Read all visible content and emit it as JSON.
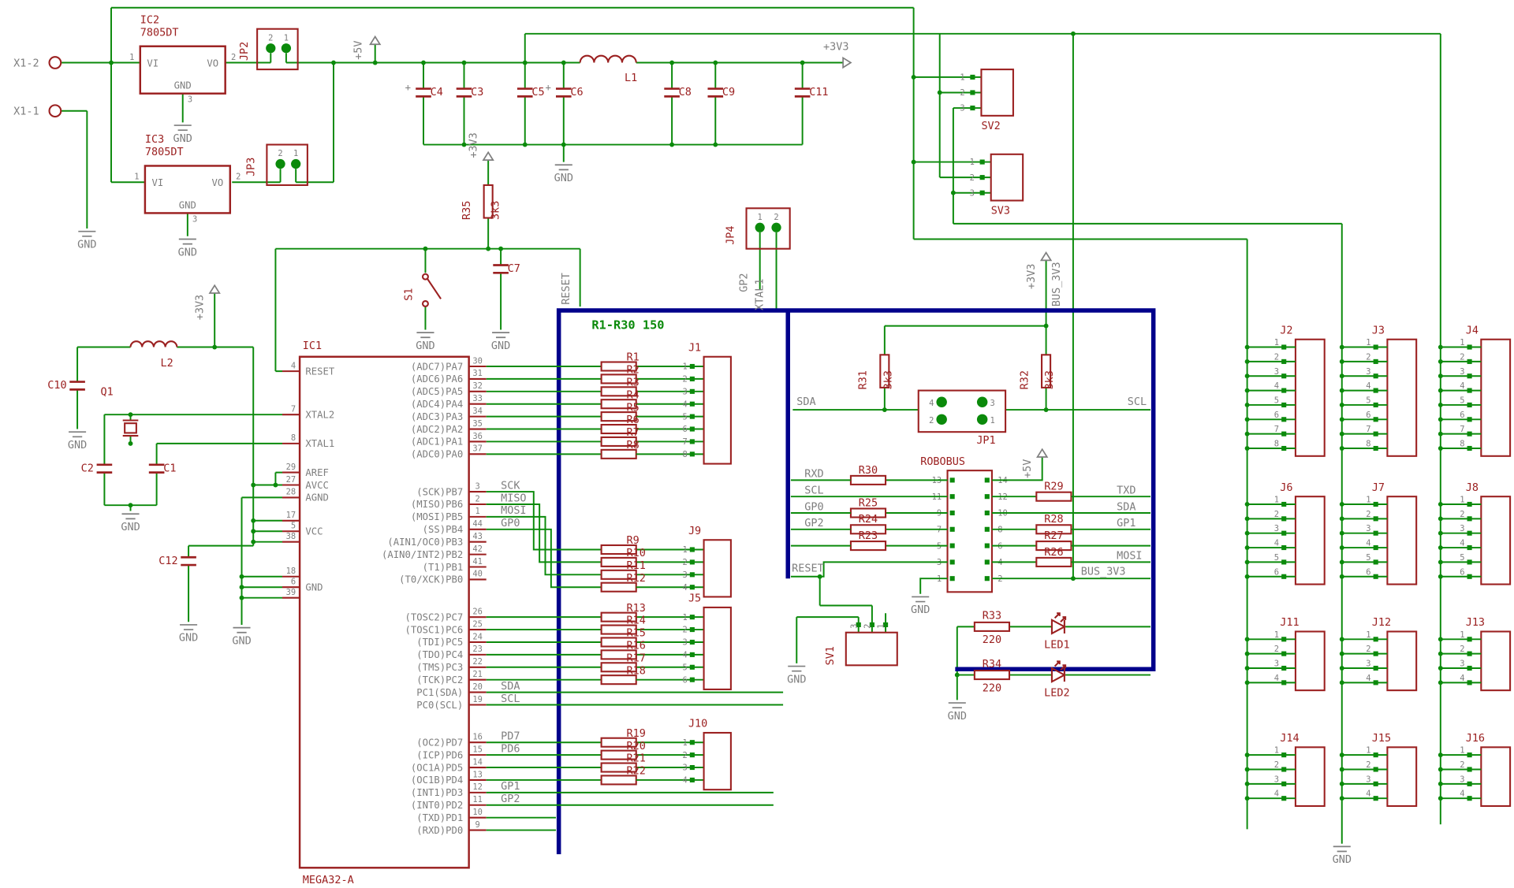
{
  "colors": {
    "wire": "#0b8a0b",
    "symbol": "#9b2020",
    "pin_text": "#7e7e7e",
    "bus": "#00008b",
    "background": "#ffffff"
  },
  "note": "R1-R30 150",
  "power": {
    "gnd": "GND",
    "v5": "+5V",
    "v33": "+3V3",
    "bus33": "BUS_3V3"
  },
  "input_terminals": {
    "x12": "X1-2",
    "x11": "X1-1"
  },
  "regulators": [
    {
      "name": "IC2",
      "value": "7805DT",
      "pin_vi": "VI",
      "pin_vo": "VO",
      "pin_gnd": "GND",
      "num_vi": "1",
      "num_vo": "2",
      "num_gnd": "3"
    },
    {
      "name": "IC3",
      "value": "7805DT",
      "pin_vi": "VI",
      "pin_vo": "VO",
      "pin_gnd": "GND",
      "num_vi": "1",
      "num_vo": "2",
      "num_gnd": "3"
    }
  ],
  "capacitors": {
    "c1": "C1",
    "c2": "C2",
    "c3": "C3",
    "c4": "C4",
    "c5": "C5",
    "c6": "C6",
    "c7": "C7",
    "c8": "C8",
    "c9": "C9",
    "c10": "C10",
    "c11": "C11",
    "c12": "C12"
  },
  "inductors": {
    "l1": "L1",
    "l2": "L2"
  },
  "crystal": "Q1",
  "switch": "S1",
  "resistors": {
    "r35": {
      "name": "R35",
      "value": "3k3"
    },
    "r31": {
      "name": "R31",
      "value": "3k3"
    },
    "r32": {
      "name": "R32",
      "value": "3k3"
    },
    "r33": {
      "name": "R33",
      "value": "220"
    },
    "r34": {
      "name": "R34",
      "value": "220"
    }
  },
  "leds": [
    "LED1",
    "LED2"
  ],
  "nets": {
    "sda": "SDA",
    "scl": "SCL",
    "reset": "RESET"
  },
  "ic1": {
    "name": "IC1",
    "value": "MEGA32-A",
    "left_pins": [
      {
        "num": "4",
        "label": "RESET"
      },
      {
        "num": "7",
        "label": "XTAL2"
      },
      {
        "num": "8",
        "label": "XTAL1"
      },
      {
        "num": "29",
        "label": "AREF"
      },
      {
        "num": "27",
        "label": "AVCC"
      },
      {
        "num": "28",
        "label": "AGND"
      },
      {
        "num": "17",
        "label": ""
      },
      {
        "num": "5",
        "label": "VCC"
      },
      {
        "num": "38",
        "label": ""
      },
      {
        "num": "18",
        "label": ""
      },
      {
        "num": "6",
        "label": "GND"
      },
      {
        "num": "39",
        "label": ""
      }
    ],
    "right_pins": [
      {
        "num": "30",
        "label": "(ADC7)PA7"
      },
      {
        "num": "31",
        "label": "(ADC6)PA6"
      },
      {
        "num": "32",
        "label": "(ADC5)PA5"
      },
      {
        "num": "33",
        "label": "(ADC4)PA4"
      },
      {
        "num": "34",
        "label": "(ADC3)PA3"
      },
      {
        "num": "35",
        "label": "(ADC2)PA2"
      },
      {
        "num": "36",
        "label": "(ADC1)PA1"
      },
      {
        "num": "37",
        "label": "(ADC0)PA0"
      },
      {
        "num": "3",
        "label": "(SCK)PB7",
        "net": "SCK"
      },
      {
        "num": "2",
        "label": "(MISO)PB6",
        "net": "MISO"
      },
      {
        "num": "1",
        "label": "(MOSI)PB5",
        "net": "MOSI"
      },
      {
        "num": "44",
        "label": "(SS)PB4",
        "net": "GP0"
      },
      {
        "num": "43",
        "label": "(AIN1/OC0)PB3"
      },
      {
        "num": "42",
        "label": "(AIN0/INT2)PB2"
      },
      {
        "num": "41",
        "label": "(T1)PB1"
      },
      {
        "num": "40",
        "label": "(T0/XCK)PB0"
      },
      {
        "num": "26",
        "label": "(TOSC2)PC7"
      },
      {
        "num": "25",
        "label": "(TOSC1)PC6"
      },
      {
        "num": "24",
        "label": "(TDI)PC5"
      },
      {
        "num": "23",
        "label": "(TDO)PC4"
      },
      {
        "num": "22",
        "label": "(TMS)PC3"
      },
      {
        "num": "21",
        "label": "(TCK)PC2"
      },
      {
        "num": "20",
        "label": "PC1(SDA)",
        "net": "SDA"
      },
      {
        "num": "19",
        "label": "PC0(SCL)",
        "net": "SCL"
      },
      {
        "num": "16",
        "label": "(OC2)PD7",
        "net": "PD7"
      },
      {
        "num": "15",
        "label": "(ICP)PD6",
        "net": "PD6"
      },
      {
        "num": "14",
        "label": "(OC1A)PD5"
      },
      {
        "num": "13",
        "label": "(OC1B)PD4"
      },
      {
        "num": "12",
        "label": "(INT1)PD3",
        "net": "GP1"
      },
      {
        "num": "11",
        "label": "(INT0)PD2",
        "net": "GP2"
      },
      {
        "num": "10",
        "label": "(TXD)PD1"
      },
      {
        "num": "9",
        "label": "(RXD)PD0"
      }
    ]
  },
  "banks": [
    {
      "name": "J1",
      "resistors": [
        "R1",
        "R2",
        "R3",
        "R4",
        "R5",
        "R6",
        "R7",
        "R8"
      ],
      "pins": [
        "1",
        "2",
        "3",
        "4",
        "5",
        "6",
        "7",
        "8"
      ]
    },
    {
      "name": "J9",
      "resistors": [
        "R9",
        "R10",
        "R11",
        "R12"
      ],
      "pins": [
        "1",
        "2",
        "3",
        "4"
      ]
    },
    {
      "name": "J5",
      "resistors": [
        "R13",
        "R14",
        "R15",
        "R16",
        "R17",
        "R18"
      ],
      "pins": [
        "1",
        "2",
        "3",
        "4",
        "5",
        "6"
      ]
    },
    {
      "name": "J10",
      "resistors": [
        "R19",
        "R20",
        "R21",
        "R22"
      ],
      "pins": [
        "1",
        "2",
        "3",
        "4"
      ]
    }
  ],
  "jumpers": {
    "jp1": {
      "name": "JP1",
      "numbers": [
        "4",
        "3",
        "2",
        "1"
      ]
    },
    "jp2": {
      "name": "JP2",
      "numbers": [
        "2",
        "1"
      ]
    },
    "jp3": {
      "name": "JP3",
      "numbers": [
        "2",
        "1"
      ]
    },
    "jp4": {
      "name": "JP4",
      "numbers": [
        "1",
        "2"
      ],
      "nets": [
        "GP2",
        "XTAL1"
      ]
    }
  },
  "robobus": {
    "name": "ROBOBUS",
    "left_pin_numbers": [
      "13",
      "11",
      "9",
      "7",
      "5",
      "3",
      "1"
    ],
    "right_pin_numbers": [
      "14",
      "12",
      "10",
      "8",
      "6",
      "4",
      "2"
    ],
    "left_rows": [
      {
        "net": "RXD",
        "res": "R30"
      },
      {
        "net": "SCL",
        "res": ""
      },
      {
        "net": "GP0",
        "res": "R25"
      },
      {
        "net": "GP2",
        "res": "R24"
      },
      {
        "net": "",
        "res": "R23"
      },
      {
        "net": "RESET",
        "res": ""
      },
      {
        "net": "GND",
        "res": ""
      }
    ],
    "right_rows": [
      {
        "net": "+5V",
        "res": ""
      },
      {
        "net": "TXD",
        "res": "R29"
      },
      {
        "net": "SDA",
        "res": ""
      },
      {
        "net": "GP1",
        "res": "R28"
      },
      {
        "net": "",
        "res": "R27"
      },
      {
        "net": "MOSI",
        "res": "R26"
      },
      {
        "net": "BUS_3V3",
        "res": ""
      }
    ]
  },
  "sv_connectors": [
    {
      "name": "SV1",
      "numbers": [
        "3",
        "2",
        "1"
      ]
    },
    {
      "name": "SV2",
      "numbers": [
        "1",
        "2",
        "3"
      ]
    },
    {
      "name": "SV3",
      "numbers": [
        "1",
        "2",
        "3"
      ]
    }
  ],
  "headers": [
    {
      "name": "J2",
      "pins": [
        "1",
        "2",
        "3",
        "4",
        "5",
        "6",
        "7",
        "8"
      ]
    },
    {
      "name": "J3",
      "pins": [
        "1",
        "2",
        "3",
        "4",
        "5",
        "6",
        "7",
        "8"
      ]
    },
    {
      "name": "J4",
      "pins": [
        "1",
        "2",
        "3",
        "4",
        "5",
        "6",
        "7",
        "8"
      ]
    },
    {
      "name": "J6",
      "pins": [
        "1",
        "2",
        "3",
        "4",
        "5",
        "6"
      ]
    },
    {
      "name": "J7",
      "pins": [
        "1",
        "2",
        "3",
        "4",
        "5",
        "6"
      ]
    },
    {
      "name": "J8",
      "pins": [
        "1",
        "2",
        "3",
        "4",
        "5",
        "6"
      ]
    },
    {
      "name": "J11",
      "pins": [
        "1",
        "2",
        "3",
        "4"
      ]
    },
    {
      "name": "J12",
      "pins": [
        "1",
        "2",
        "3",
        "4"
      ]
    },
    {
      "name": "J13",
      "pins": [
        "1",
        "2",
        "3",
        "4"
      ]
    },
    {
      "name": "J14",
      "pins": [
        "1",
        "2",
        "3",
        "4"
      ]
    },
    {
      "name": "J15",
      "pins": [
        "1",
        "2",
        "3",
        "4"
      ]
    },
    {
      "name": "J16",
      "pins": [
        "1",
        "2",
        "3",
        "4"
      ]
    }
  ]
}
